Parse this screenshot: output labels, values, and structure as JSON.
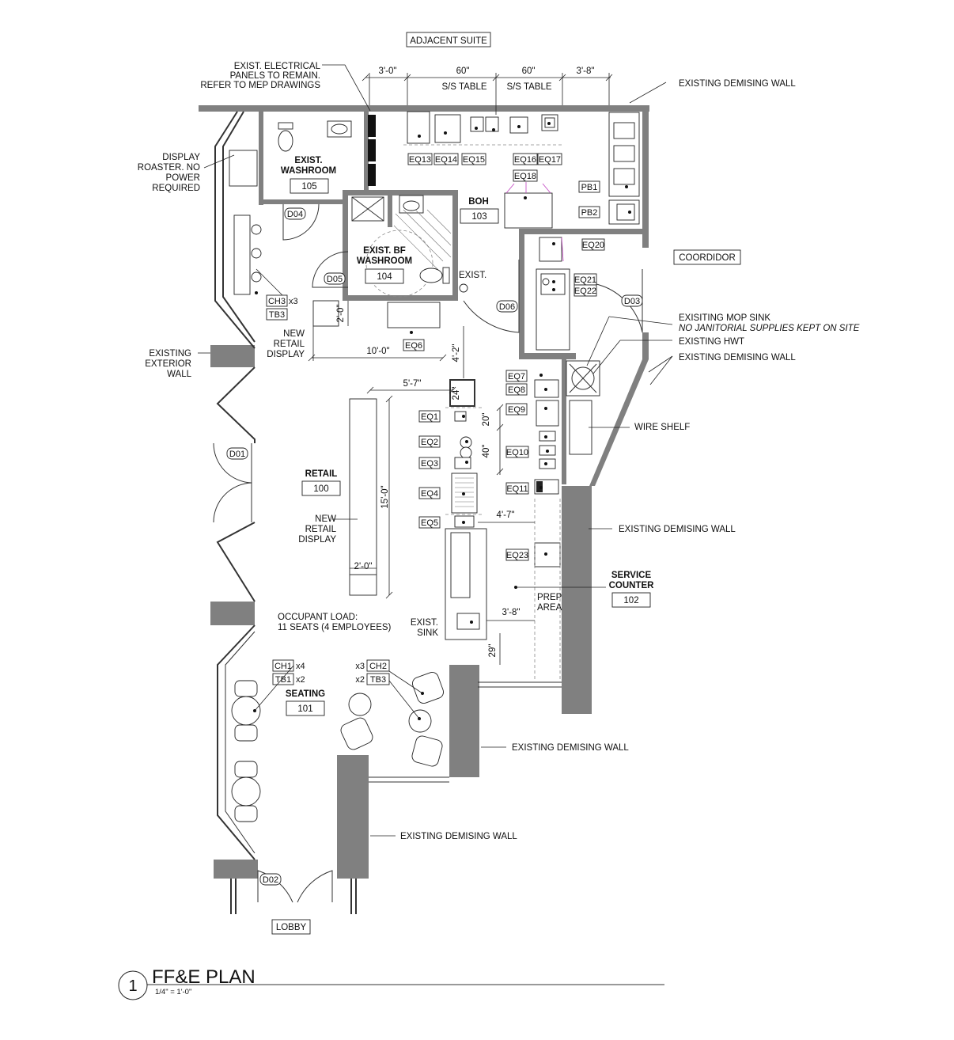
{
  "title": {
    "number": "1",
    "name": "FF&E PLAN",
    "scale": "1/4\" = 1'-0\""
  },
  "adjacent": {
    "adjacent_suite": "ADJACENT SUITE",
    "coordidor": "COORDIDOR",
    "lobby": "LOBBY"
  },
  "rooms": {
    "washroom_name1": "EXIST.",
    "washroom_name2": "WASHROOM",
    "washroom_num": "105",
    "bf_name1": "EXIST. BF",
    "bf_name2": "WASHROOM",
    "bf_num": "104",
    "boh_name": "BOH",
    "boh_num": "103",
    "retail_name": "RETAIL",
    "retail_num": "100",
    "seating_name": "SEATING",
    "seating_num": "101",
    "service_name1": "SERVICE",
    "service_name2": "COUNTER",
    "service_num": "102"
  },
  "notes": {
    "panels": [
      "EXIST. ELECTRICAL",
      "PANELS TO REMAIN.",
      "REFER TO MEP DRAWINGS"
    ],
    "roaster": [
      "DISPLAY",
      "ROASTER. NO",
      "POWER",
      "REQUIRED"
    ],
    "ext_wall": [
      "EXISTING",
      "EXTERIOR",
      "WALL"
    ],
    "new_retail_1": [
      "NEW",
      "RETAIL",
      "DISPLAY"
    ],
    "new_retail_2": [
      "NEW",
      "RETAIL",
      "DISPLAY"
    ],
    "exist_small": "EXIST.",
    "ss_table_1": "S/S TABLE",
    "ss_table_2": "S/S TABLE",
    "mop_sink": "EXISITING MOP SINK",
    "no_janitorial": "NO JANITORIAL SUPPLIES KEPT ON SITE",
    "hwt": "EXISTING HWT",
    "wire_shelf": "WIRE SHELF",
    "occupant": [
      "OCCUPANT LOAD:",
      "11 SEATS (4 EMPLOYEES)"
    ],
    "exist_sink": [
      "EXIST.",
      "SINK"
    ],
    "prep_area": [
      "PREP",
      "AREA"
    ],
    "demising_wall": "EXISTING DEMISING WALL"
  },
  "dimensions": {
    "d_3_0": "3'-0\"",
    "d_60a": "60\"",
    "d_60b": "60\"",
    "d_3_8": "3'-8\"",
    "d_2_0a": "2'-0\"",
    "d_10_0": "10'-0\"",
    "d_4_2": "4'-2\"",
    "d_5_7": "5'-7\"",
    "d_24": "24\"",
    "d_20": "20\"",
    "d_40": "40\"",
    "d_15_0": "15'-0\"",
    "d_4_7": "4'-7\"",
    "d_2_0b": "2'-0\"",
    "d_3_8b": "3'-8\"",
    "d_29": "29\""
  },
  "tags": {
    "eq13": "EQ13",
    "eq14": "EQ14",
    "eq15": "EQ15",
    "eq16": "EQ16",
    "eq17": "EQ17",
    "eq18": "EQ18",
    "pb1": "PB1",
    "pb2": "PB2",
    "eq20": "EQ20",
    "eq21": "EQ21",
    "eq22": "EQ22",
    "eq6": "EQ6",
    "eq7": "EQ7",
    "eq8": "EQ8",
    "eq9": "EQ9",
    "eq10": "EQ10",
    "eq11": "EQ11",
    "eq23": "EQ23",
    "eq1": "EQ1",
    "eq2": "EQ2",
    "eq3": "EQ3",
    "eq4": "EQ4",
    "eq5": "EQ5",
    "ch3": "CH3",
    "ch3_qty": "x3",
    "tb3_left": "TB3",
    "ch1": "CH1",
    "ch1_qty": "x4",
    "tb1": "TB1",
    "tb1_qty": "x2",
    "ch2": "CH2",
    "ch2_qty": "x3",
    "tb3": "TB3",
    "tb3_qty": "x2",
    "d01": "D01",
    "d02": "D02",
    "d03": "D03",
    "d04": "D04",
    "d05": "D05",
    "d06": "D06"
  }
}
